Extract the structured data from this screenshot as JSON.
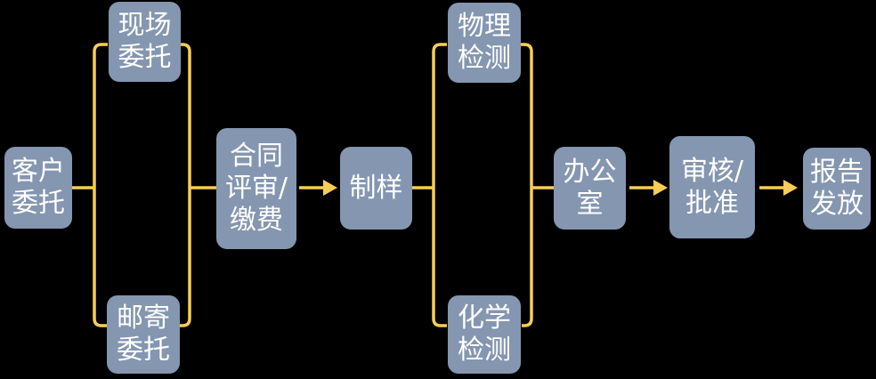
{
  "diagram": {
    "type": "flowchart",
    "nodes": {
      "customer": {
        "label": "客户\n委托"
      },
      "onsite": {
        "label": "现场\n委托"
      },
      "mail": {
        "label": "邮寄\n委托"
      },
      "contract": {
        "label": "合同\n评审/\n缴费"
      },
      "sample": {
        "label": "制样"
      },
      "physical": {
        "label": "物理\n检测"
      },
      "chemical": {
        "label": "化学\n检测"
      },
      "office": {
        "label": "办公\n室"
      },
      "review": {
        "label": "审核/\n批准"
      },
      "report": {
        "label": "报告\n发放"
      }
    },
    "edges": [
      {
        "from": "customer",
        "to": "onsite",
        "arrow": false
      },
      {
        "from": "customer",
        "to": "mail",
        "arrow": false
      },
      {
        "from": "onsite",
        "to": "contract",
        "arrow": false
      },
      {
        "from": "mail",
        "to": "contract",
        "arrow": false
      },
      {
        "from": "contract",
        "to": "sample",
        "arrow": true
      },
      {
        "from": "sample",
        "to": "physical",
        "arrow": false
      },
      {
        "from": "sample",
        "to": "chemical",
        "arrow": false
      },
      {
        "from": "physical",
        "to": "office",
        "arrow": false
      },
      {
        "from": "chemical",
        "to": "office",
        "arrow": false
      },
      {
        "from": "office",
        "to": "review",
        "arrow": true
      },
      {
        "from": "review",
        "to": "report",
        "arrow": true
      }
    ]
  },
  "colors": {
    "node-fill": "#8496B0",
    "node-text": "#FFFFFF",
    "connector": "#F9CD55",
    "background": "#000000"
  }
}
